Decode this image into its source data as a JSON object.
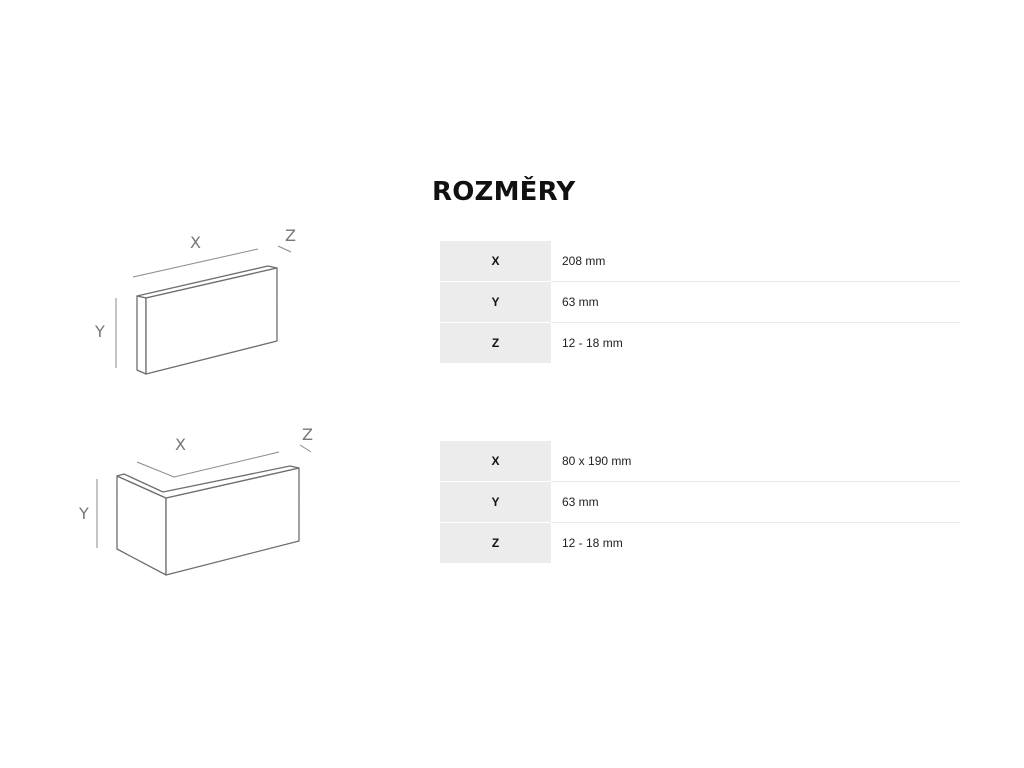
{
  "heading": "ROZMĚRY",
  "products": [
    {
      "axis_labels": {
        "x": "X",
        "y": "Y",
        "z": "Z"
      },
      "rows": [
        {
          "key": "X",
          "value": "208 mm"
        },
        {
          "key": "Y",
          "value": "63 mm"
        },
        {
          "key": "Z",
          "value": "12 - 18 mm"
        }
      ]
    },
    {
      "axis_labels": {
        "x": "X",
        "y": "Y",
        "z": "Z"
      },
      "rows": [
        {
          "key": "X",
          "value": "80 x 190 mm"
        },
        {
          "key": "Y",
          "value": "63 mm"
        },
        {
          "key": "Z",
          "value": "12 - 18 mm"
        }
      ]
    }
  ],
  "colors": {
    "label_bg": "#ececec",
    "line": "#6e6e6e",
    "axis_text": "#777777"
  }
}
